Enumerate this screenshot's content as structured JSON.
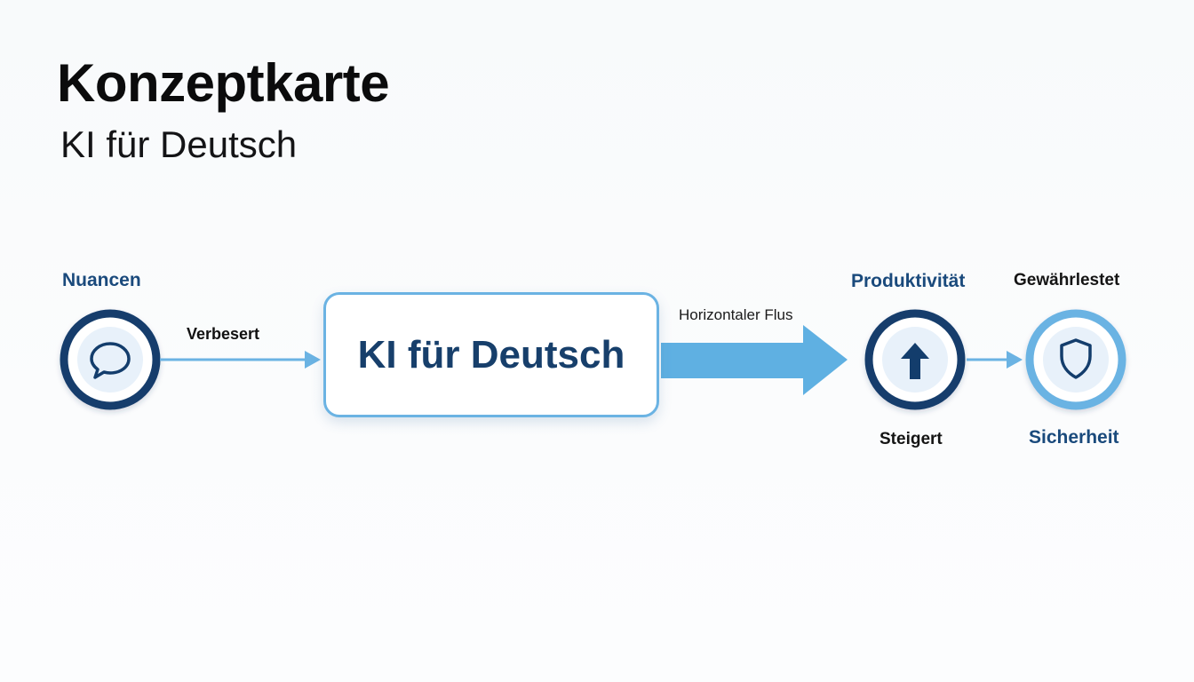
{
  "header": {
    "title": "Konzeptkarte",
    "subtitle": "KI für Deutsch"
  },
  "nodes": {
    "nuancen": {
      "label": "Nuancen",
      "icon": "speech-bubble-icon"
    },
    "center": {
      "label": "KI für Deutsch"
    },
    "produktivitaet": {
      "label": "Produktivität",
      "icon": "arrow-up-icon"
    },
    "sicherheit": {
      "label": "Sicherheit",
      "icon": "shield-icon"
    }
  },
  "edges": {
    "verbessert": "Verbesert",
    "flow": "Horizontaler Flus",
    "steigert": "Steigert",
    "gewaehrleistet": "Gewährlestet"
  },
  "colors": {
    "dark_navy": "#133d6c",
    "light_blue": "#6bb3e3",
    "arrow_blue": "#5fb0e2",
    "icon_fill": "#e8f1fa"
  }
}
